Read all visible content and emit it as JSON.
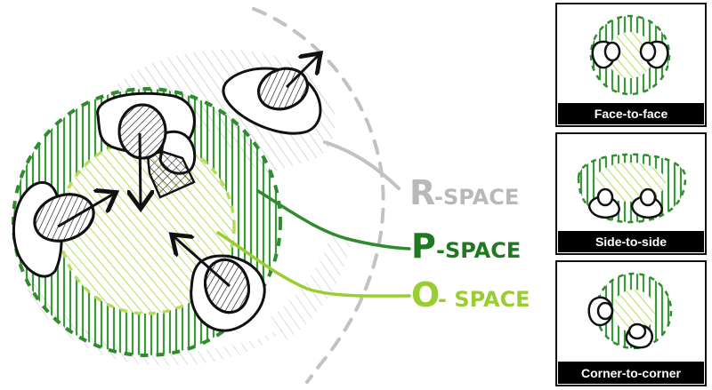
{
  "labels": {
    "r_space": {
      "letter": "R",
      "suffix": "-SPACE"
    },
    "p_space": {
      "letter": "P",
      "suffix": "-SPACE"
    },
    "o_space": {
      "letter": "O",
      "suffix": "- SPACE"
    }
  },
  "panels": [
    {
      "caption": "Face-to-face"
    },
    {
      "caption": "Side-to-side"
    },
    {
      "caption": "Corner-to-corner"
    }
  ],
  "colors": {
    "r_space": "#b8b8b8",
    "p_space": "#2e8b2e",
    "o_space": "#9acd32",
    "ink": "#111111",
    "caption_bg": "#000000"
  }
}
